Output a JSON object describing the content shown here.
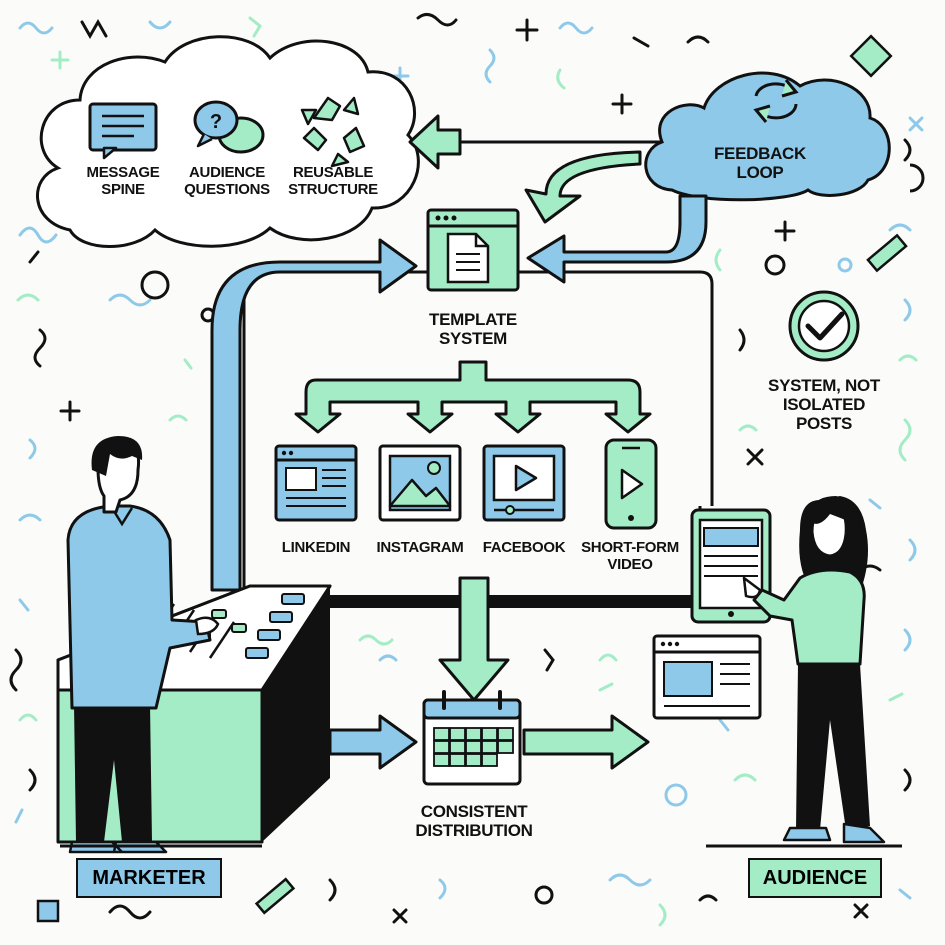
{
  "idea_cloud": {
    "items": [
      {
        "label_line1": "MESSAGE",
        "label_line2": "SPINE",
        "icon": "document-lines-icon"
      },
      {
        "label_line1": "AUDIENCE",
        "label_line2": "QUESTIONS",
        "icon": "question-speech-bubbles-icon"
      },
      {
        "label_line1": "REUSABLE",
        "label_line2": "STRUCTURE",
        "icon": "recycle-arrows-icon"
      }
    ]
  },
  "feedback": {
    "line1": "FEEDBACK",
    "line2": "LOOP",
    "icon": "refresh-cycle-icon"
  },
  "template_system": {
    "line1": "TEMPLATE",
    "line2": "SYSTEM",
    "icon": "template-window-icon"
  },
  "channels": [
    {
      "label_line1": "LINKEDIN",
      "label_line2": "",
      "icon": "webpage-icon"
    },
    {
      "label_line1": "INSTAGRAM",
      "label_line2": "",
      "icon": "image-icon"
    },
    {
      "label_line1": "FACEBOOK",
      "label_line2": "",
      "icon": "video-player-icon"
    },
    {
      "label_line1": "SHORT-FORM",
      "label_line2": "VIDEO",
      "icon": "phone-video-icon"
    }
  ],
  "system_note": {
    "line1": "SYSTEM, NOT",
    "line2": "ISOLATED",
    "line3": "POSTS",
    "icon": "check-circle-icon"
  },
  "distribution": {
    "line1": "CONSISTENT",
    "line2": "DISTRIBUTION",
    "icon": "calendar-icon"
  },
  "roles": {
    "marketer": "MARKETER",
    "audience": "AUDIENCE"
  },
  "colors": {
    "blue": "#8ec9ea",
    "green": "#a3ecc6",
    "ink": "#111111",
    "background": "#fbfcfa"
  }
}
